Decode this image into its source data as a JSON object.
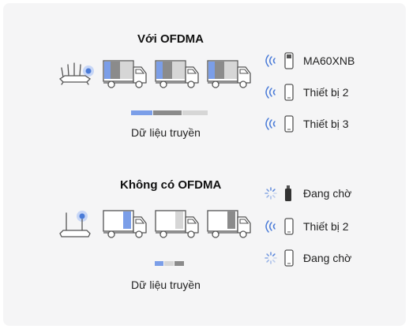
{
  "sections": [
    {
      "title": "Với OFDMA",
      "caption": "Dữ liệu truyền",
      "router": "wifi6-router-icon",
      "trucks": [
        {
          "cargo": [
            "#7b9ee8",
            "#8b8b8b",
            "#d6d6d6"
          ]
        },
        {
          "cargo": [
            "#7b9ee8",
            "#8b8b8b",
            "#d6d6d6"
          ]
        },
        {
          "cargo": [
            "#7b9ee8",
            "#8b8b8b",
            "#d6d6d6"
          ]
        }
      ],
      "devices": [
        {
          "label": "MA60XNB",
          "status": "wifi-signal-icon",
          "icon": "usb-adapter-icon"
        },
        {
          "label": "Thiết bị 2",
          "status": "wifi-signal-icon",
          "icon": "phone-icon"
        },
        {
          "label": "Thiết bị 3",
          "status": "wifi-signal-icon",
          "icon": "phone-icon"
        }
      ]
    },
    {
      "title": "Không có OFDMA",
      "caption": "Dữ liệu truyền",
      "router": "router-icon",
      "trucks": [
        {
          "cargo": [
            "#ffffff",
            "#7b9ee8"
          ]
        },
        {
          "cargo": [
            "#ffffff",
            "#d6d6d6"
          ]
        },
        {
          "cargo": [
            "#ffffff",
            "#8b8b8b"
          ]
        }
      ],
      "devices": [
        {
          "label": "Đang chờ",
          "status": "loading-spinner-icon",
          "icon": "usb-adapter-icon"
        },
        {
          "label": "Thiết bị 2",
          "status": "wifi-signal-icon",
          "icon": "phone-icon"
        },
        {
          "label": "Đang chờ",
          "status": "loading-spinner-icon",
          "icon": "phone-icon"
        }
      ]
    }
  ],
  "colors": {
    "blue": "#7b9ee8",
    "dark_gray": "#8b8b8b",
    "light_gray": "#d6d6d6",
    "outline": "#555555",
    "signal": "#4a7bd8",
    "background": "#f5f5f6"
  }
}
